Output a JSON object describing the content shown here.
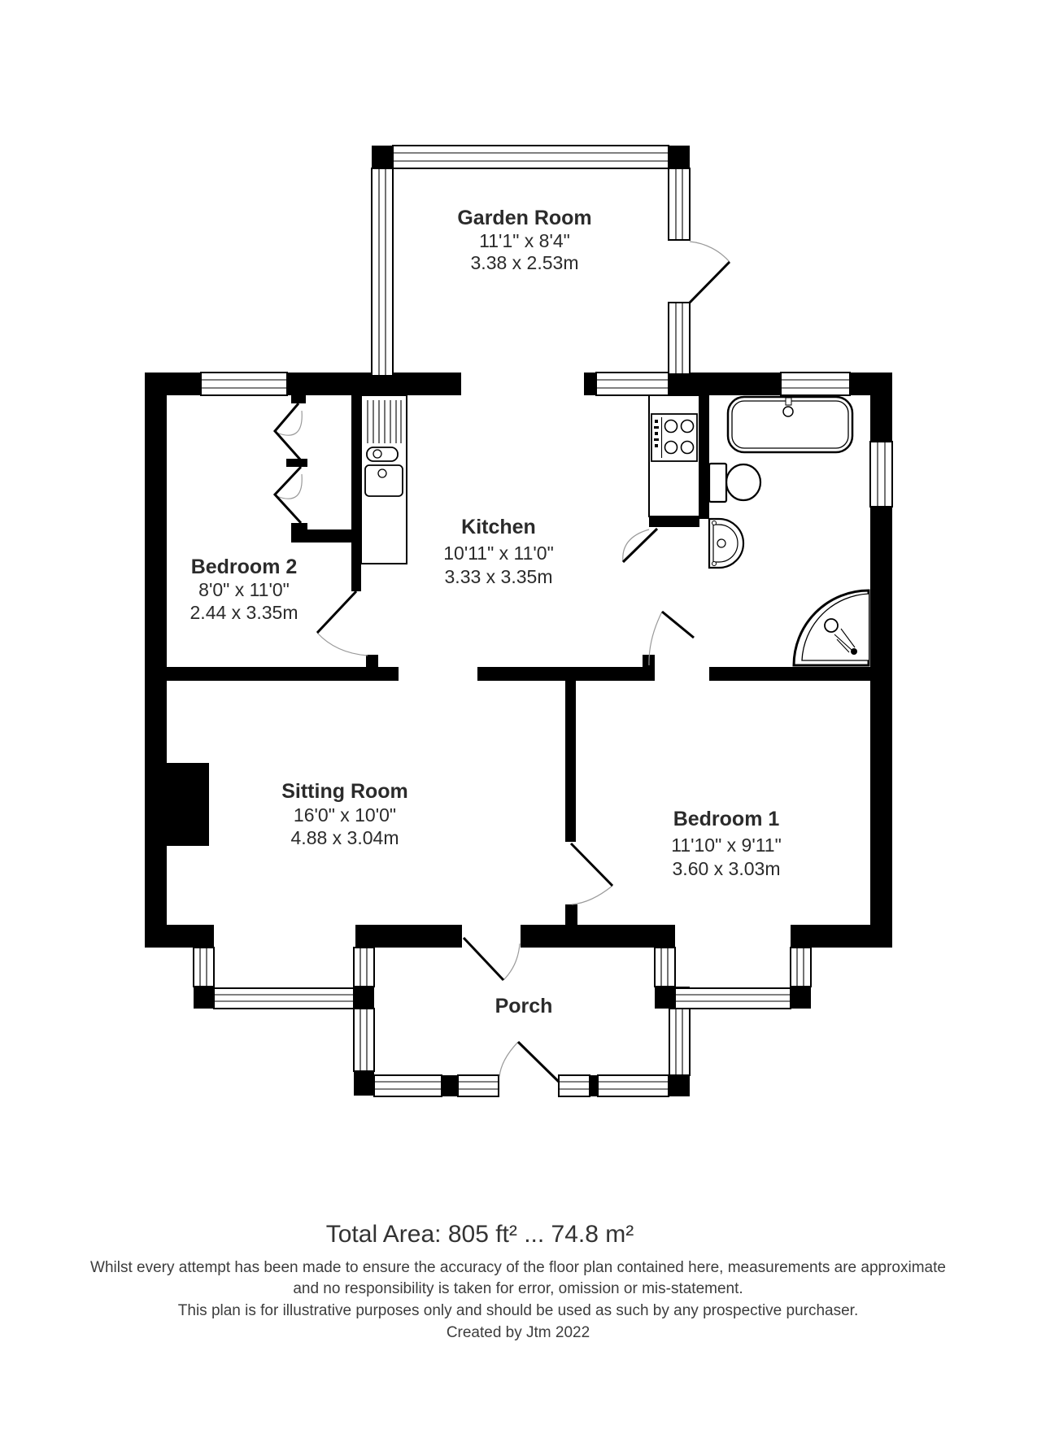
{
  "plan": {
    "rooms": [
      {
        "name": "Garden Room",
        "size_imperial": "11'1\" x 8'4\"",
        "size_metric": "3.38 x 2.53m"
      },
      {
        "name": "Bedroom 2",
        "size_imperial": "8'0\" x 11'0\"",
        "size_metric": "2.44 x 3.35m"
      },
      {
        "name": "Kitchen",
        "size_imperial": "10'11\" x 11'0\"",
        "size_metric": "3.33 x 3.35m"
      },
      {
        "name": "Sitting Room",
        "size_imperial": "16'0\" x 10'0\"",
        "size_metric": "4.88 x 3.04m"
      },
      {
        "name": "Bedroom 1",
        "size_imperial": "11'10\" x 9'11\"",
        "size_metric": "3.60 x 3.03m"
      },
      {
        "name": "Porch"
      }
    ],
    "fixture_icons": [
      "bathtub-icon",
      "toilet-icon",
      "basin-icon",
      "corner-shower-icon",
      "kitchen-sink-icon",
      "hob-icon",
      "wardrobe-bifold-icon",
      "chimney-breast-icon"
    ]
  },
  "footer": {
    "total_area": "Total Area: 805 ft² ... 74.8 m²",
    "disclaimer_line1": "Whilst every attempt has been made to ensure the accuracy of the floor plan contained here, measurements are approximate",
    "disclaimer_line2": "and no responsibility is taken for error, omission or mis-statement.",
    "disclaimer_line3": "This plan is for illustrative purposes only and should be used as such by any prospective purchaser.",
    "credit": "Created by Jtm 2022"
  },
  "colors": {
    "wall": "#000000",
    "background": "#ffffff",
    "swing_arc": "#9a9a9a"
  }
}
